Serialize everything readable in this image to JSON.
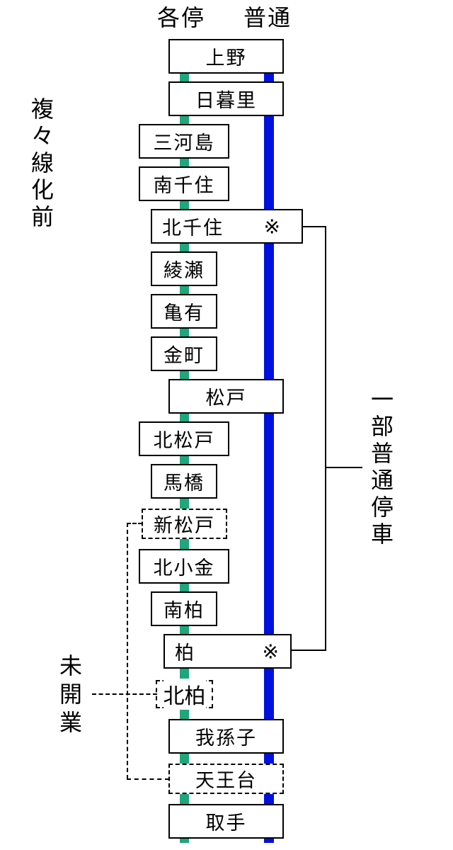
{
  "headers": {
    "local": "各停",
    "rapid": "普通"
  },
  "colors": {
    "local_line": "#1fa67a",
    "rapid_line": "#0011dd"
  },
  "left_label": "複々線化前",
  "left_label_chars": [
    "複",
    "々",
    "線",
    "化",
    "前"
  ],
  "right_label": "一部普通停車",
  "right_label_chars": [
    "一",
    "部",
    "普",
    "通",
    "停",
    "車"
  ],
  "unopened_label": "未開業",
  "unopened_label_chars": [
    "未",
    "開",
    "業"
  ],
  "stations": [
    {
      "name": "上野",
      "rapid_stop": true,
      "status": "open"
    },
    {
      "name": "日暮里",
      "rapid_stop": true,
      "status": "open"
    },
    {
      "name": "三河島",
      "rapid_stop": false,
      "status": "open"
    },
    {
      "name": "南千住",
      "rapid_stop": false,
      "status": "open"
    },
    {
      "name": "北千住",
      "rapid_stop": "partial",
      "mark": "※",
      "status": "open"
    },
    {
      "name": "綾瀬",
      "rapid_stop": false,
      "status": "open"
    },
    {
      "name": "亀有",
      "rapid_stop": false,
      "status": "open"
    },
    {
      "name": "金町",
      "rapid_stop": false,
      "status": "open"
    },
    {
      "name": "松戸",
      "rapid_stop": true,
      "status": "open"
    },
    {
      "name": "北松戸",
      "rapid_stop": false,
      "status": "open"
    },
    {
      "name": "馬橋",
      "rapid_stop": false,
      "status": "open"
    },
    {
      "name": "新松戸",
      "rapid_stop": false,
      "status": "unopened"
    },
    {
      "name": "北小金",
      "rapid_stop": false,
      "status": "open"
    },
    {
      "name": "南柏",
      "rapid_stop": false,
      "status": "open"
    },
    {
      "name": "柏",
      "rapid_stop": "partial",
      "mark": "※",
      "status": "open"
    },
    {
      "name": "北柏",
      "rapid_stop": false,
      "status": "unopened"
    },
    {
      "name": "我孫子",
      "rapid_stop": true,
      "status": "open"
    },
    {
      "name": "天王台",
      "rapid_stop": true,
      "status": "unopened"
    },
    {
      "name": "取手",
      "rapid_stop": true,
      "status": "open"
    }
  ]
}
